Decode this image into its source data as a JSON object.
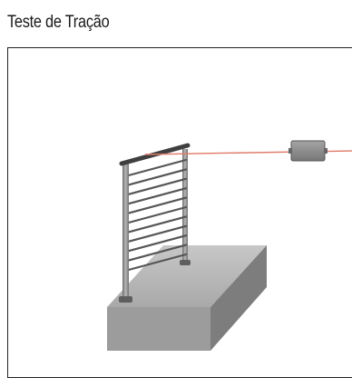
{
  "title": "Teste de Tração",
  "colors": {
    "border": "#222222",
    "cable": "#e07a6a",
    "base_top": "#b9b9b9",
    "base_front": "#9c9c9c",
    "base_side": "#7d7d7d",
    "rail": "#555555",
    "post": "#8a8a8a",
    "tension_device": "#8c8c8c"
  },
  "scene": {
    "rail_count": 11,
    "icons": [
      "railing",
      "concrete-base",
      "tension-cable",
      "tension-device"
    ]
  }
}
